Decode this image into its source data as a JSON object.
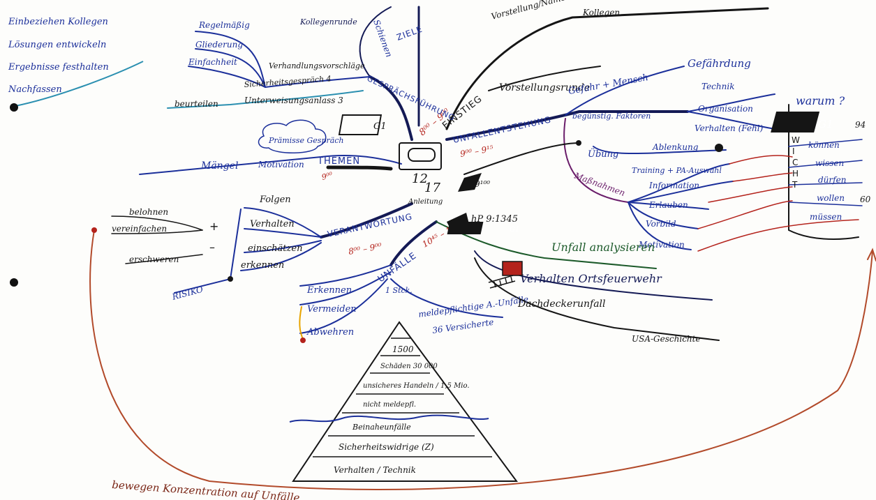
{
  "legend": {
    "line1": "Einbeziehen Kollegen",
    "line2": "Lösungen entwickeln",
    "line3": "Ergebnisse festhalten",
    "line4": "Nachfassen",
    "colors": [
      "#1b2f9a",
      "#6a1d6a",
      "#b4231c",
      "#6a1d6a"
    ]
  },
  "center": {
    "lines": [
      "12",
      "17"
    ],
    "note": "Anleitung"
  },
  "branches": {
    "einstieg": {
      "label": "EINSTIEG",
      "sub": "Vorstellungsrunde",
      "sub2": "Vorstellung/Namen",
      "sub3": "Kollegen",
      "time": "8⁰⁰ – 9⁰⁰"
    },
    "unfallentstehung": {
      "label": "UNFALLENTSTEHUNG",
      "time": "9⁰⁰ – 9¹⁵",
      "gefahr": "Gefahr + Mensch",
      "gefaehrdung": "Gefährdung",
      "begueng": "begünstig. Faktoren",
      "technik": "Technik",
      "organisation": "Organisation",
      "verhalten": "Verhalten (Fehl)",
      "uebung": "Übung",
      "ablenkung": "Ablenkung",
      "massnahmen": "Maßnahmen",
      "training": "Training + PA-Auswahl",
      "information": "Information",
      "erlauben": "Erlauben",
      "vorbild": "Vorbild",
      "motivation": "Motivation",
      "break": "9¹⁰⁰"
    },
    "warum": {
      "label": "warum ?",
      "tag": "G1",
      "letters": [
        "W",
        "I",
        "C",
        "H",
        "T"
      ],
      "items": [
        "können",
        "wissen",
        "dürfen",
        "wollen",
        "müssen"
      ],
      "right": [
        "94",
        "60"
      ]
    },
    "unfaelle": {
      "label": "UNFÄLLE",
      "time": "10⁴⁵ – 11³⁰",
      "e": "Erkennen",
      "v": "Vermeiden",
      "a": "Abwehren",
      "stat": "1 Stck.",
      "melde": "meldepflichtige A.-Unfälle",
      "versicherte": "36 Versicherte",
      "anal": "Unfall analysieren",
      "verh": "Verhalten Ortsfeuerwehr",
      "dach": "Dachdeckerunfall",
      "usa": "USA-Geschichte",
      "g": "G1",
      "hp": "hP 9:1345"
    },
    "verantwortung": {
      "label": "VERANTWORTUNG",
      "time": "8⁰⁰ – 9⁰⁰",
      "folgen": "Folgen",
      "verhalten": "Verhalten",
      "einschaetzen": "einschätzen",
      "erkennen": "erkennen",
      "belohnen": "belohnen",
      "vereinfachen": "vereinfachen",
      "erschweren": "erschweren",
      "risiko": "RISIKO",
      "plus": "+",
      "minus": "–"
    },
    "themen": {
      "label": "THEMEN",
      "time": "9⁰⁰",
      "cloud": "Prämisse Gespräch",
      "motivation": "Motivation",
      "maengel": "Mängel"
    },
    "gespraechsfuehrung": {
      "label": "GESPRÄCHSFÜHRUNG",
      "beurteilen": "beurteilen",
      "unterweisung": "Unterweisungsanlass 3",
      "sicherheit": "Sicherheitsgespräch 4",
      "vorschlaege": "Verhandlungsvorschläge",
      "regelmass": "Regelmäßig",
      "gliederung": "Gliederung",
      "einfachheit": "Einfachheit",
      "kollegen": "Kollegenrunde",
      "schiene": "Schienen",
      "ziele": "ZIELE",
      "g": "G1"
    }
  },
  "pyramid": {
    "rows": [
      "1500",
      "Schäden 30 000",
      "unsicheres Handeln / 1,5 Mio.",
      "nicht meldepfl.",
      "Beinaheunfälle",
      "Sicherheitswidrige (Z)",
      "Verhalten / Technik"
    ]
  },
  "footer": {
    "text": "bewegen Konzentration auf Unfälle"
  }
}
